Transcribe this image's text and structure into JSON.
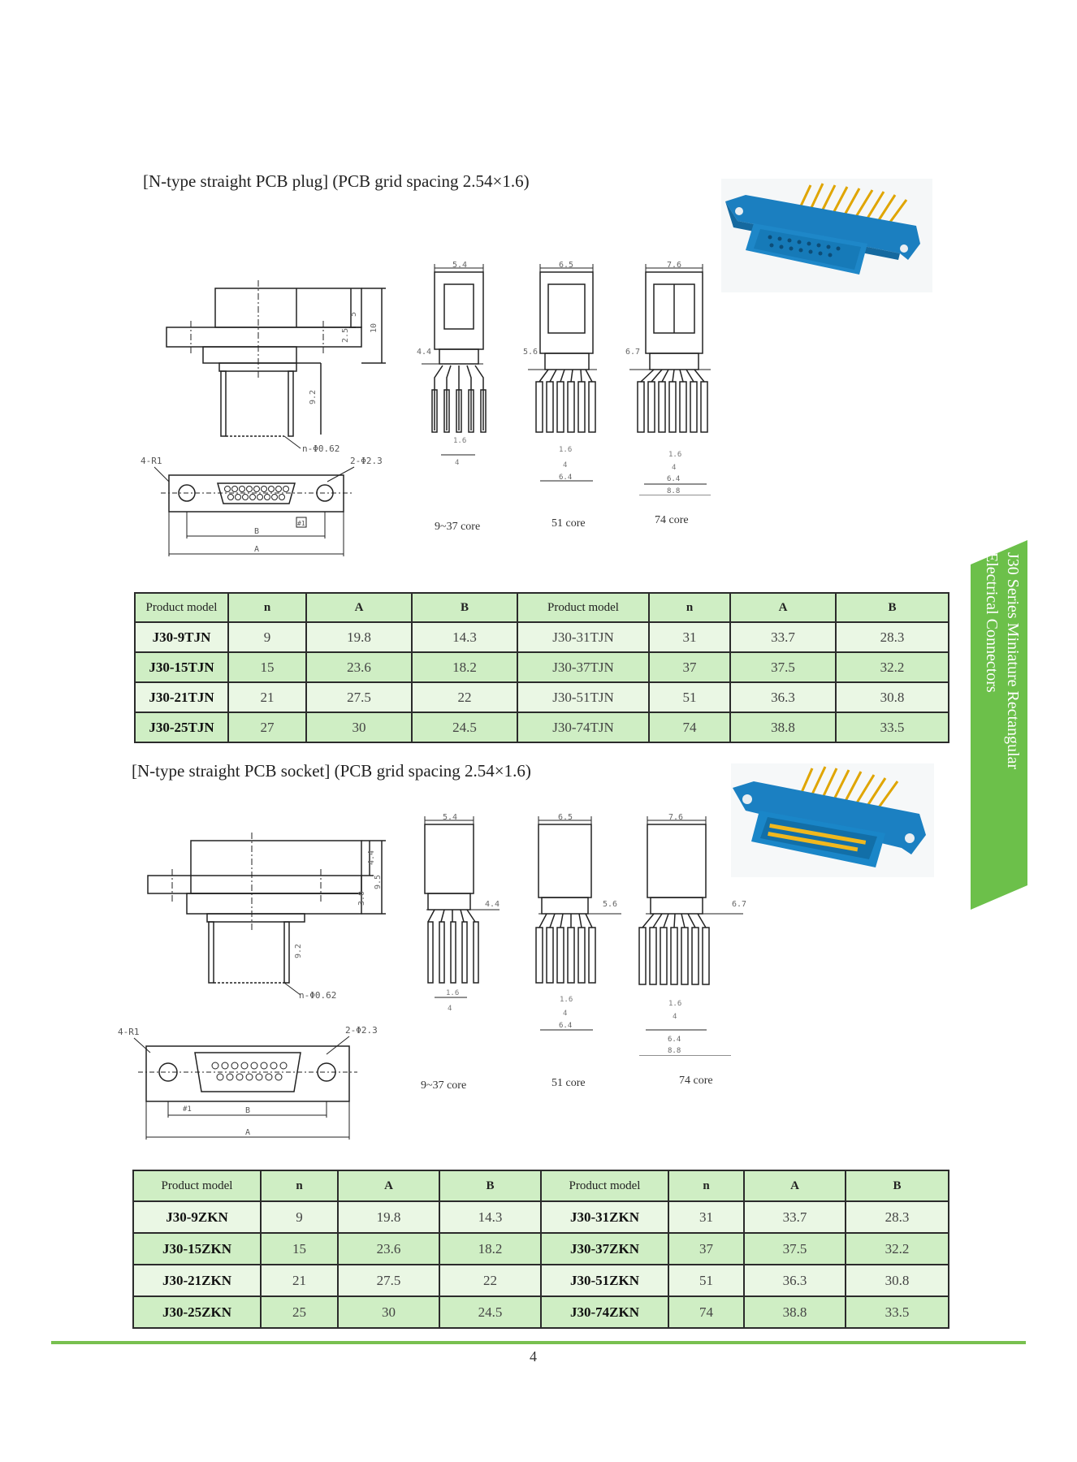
{
  "plug": {
    "title": "[N-type straight PCB plug] (PCB grid spacing 2.54×1.6)",
    "core_labels": [
      "9~37 core",
      "51 core",
      "74 core"
    ],
    "table": {
      "headers": [
        "Product model",
        "n",
        "A",
        "B",
        "Product model",
        "n",
        "A",
        "B"
      ],
      "rows": [
        [
          "J30-9TJN",
          "9",
          "19.8",
          "14.3",
          "J30-31TJN",
          "31",
          "33.7",
          "28.3"
        ],
        [
          "J30-15TJN",
          "15",
          "23.6",
          "18.2",
          "J30-37TJN",
          "37",
          "37.5",
          "32.2"
        ],
        [
          "J30-21TJN",
          "21",
          "27.5",
          "22",
          "J30-51TJN",
          "51",
          "36.3",
          "30.8"
        ],
        [
          "J30-25TJN",
          "27",
          "30",
          "24.5",
          "J30-74TJN",
          "74",
          "38.8",
          "33.5"
        ]
      ]
    },
    "dims": {
      "d5": "5",
      "d25": "2.5",
      "d10": "10",
      "d92": "9.2",
      "npin": "n-Φ0.62",
      "hole": "2-Φ2.3",
      "r1": "4-R1",
      "num1": "#1",
      "B": "B",
      "A": "A",
      "w1": "5.4",
      "w2": "6.5",
      "w3": "7.6",
      "h1": "4.4",
      "h2": "5.6",
      "h3": "6.7",
      "p16": "1.6",
      "p4": "4",
      "p64": "6.4",
      "p88": "8.8"
    }
  },
  "socket": {
    "title": "[N-type straight PCB socket] (PCB grid spacing 2.54×1.6)",
    "core_labels": [
      "9~37 core",
      "51 core",
      "74 core"
    ],
    "table": {
      "headers": [
        "Product model",
        "n",
        "A",
        "B",
        "Product model",
        "n",
        "A",
        "B"
      ],
      "rows": [
        [
          "J30-9ZKN",
          "9",
          "19.8",
          "14.3",
          "J30-31ZKN",
          "31",
          "33.7",
          "28.3"
        ],
        [
          "J30-15ZKN",
          "15",
          "23.6",
          "18.2",
          "J30-37ZKN",
          "37",
          "37.5",
          "32.2"
        ],
        [
          "J30-21ZKN",
          "21",
          "27.5",
          "22",
          "J30-51ZKN",
          "51",
          "36.3",
          "30.8"
        ],
        [
          "J30-25ZKN",
          "25",
          "30",
          "24.5",
          "J30-74ZKN",
          "74",
          "38.8",
          "33.5"
        ]
      ]
    },
    "dims": {
      "d44": "4.4",
      "d30": "3.0",
      "d95": "9.5",
      "d92": "9.2",
      "npin": "n-Φ0.62",
      "hole": "2-Φ2.3",
      "r1": "4-R1",
      "num1": "#1",
      "B": "B",
      "A": "A",
      "w1": "5.4",
      "w2": "6.5",
      "w3": "7.6",
      "h1": "4.4",
      "h2": "5.6",
      "h3": "6.7",
      "p16": "1.6",
      "p4": "4",
      "p64": "6.4",
      "p88": "8.8"
    }
  },
  "side_tab": {
    "line1": "J30 Series Miniature Rectangular",
    "line2": "Electrical Connectors",
    "color": "#6cc04a"
  },
  "page_number": "4",
  "colors": {
    "table_header": "#cfeec4",
    "table_row": "#eaf7e4",
    "connector_blue": "#1f86c4",
    "pin_gold": "#e8b21a",
    "footer_line": "#78c04f"
  },
  "icons": [
    "connector-plug-photo",
    "connector-socket-photo"
  ]
}
